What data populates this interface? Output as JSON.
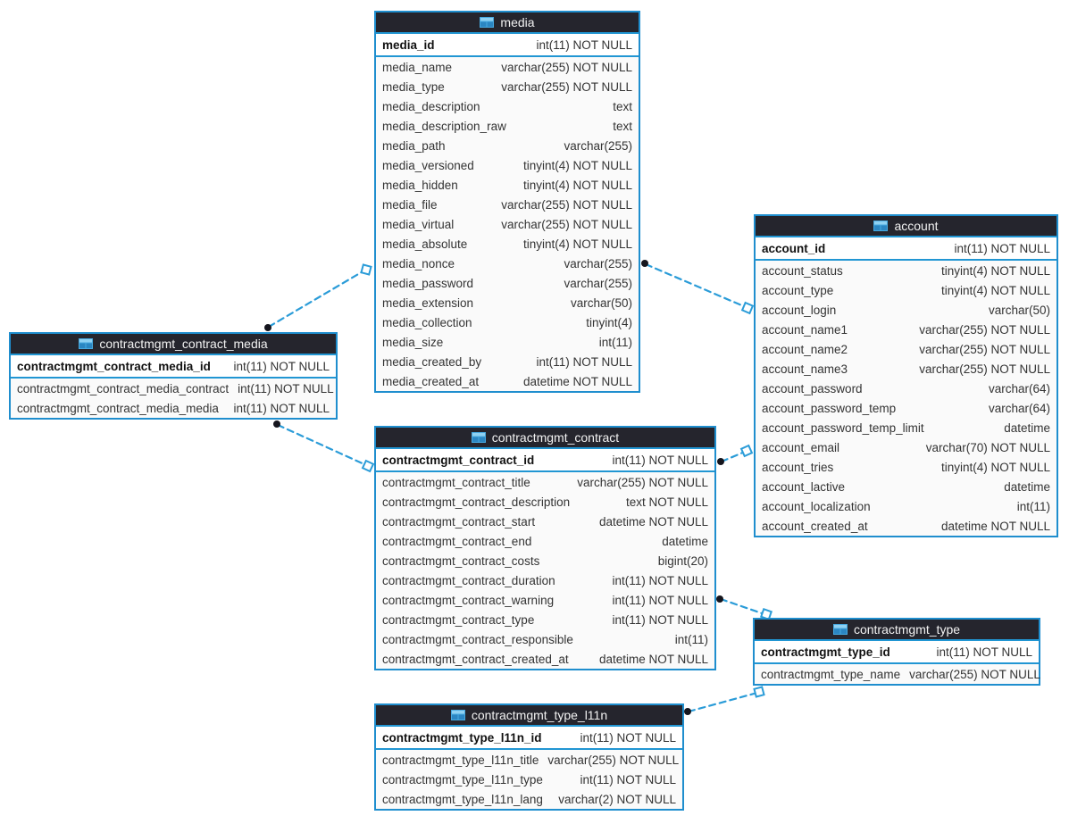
{
  "diagram": {
    "colors": {
      "table_border": "#1f8ece",
      "header_bg": "#25252d",
      "header_text": "#f2f2f2",
      "divider_blue": "#2196d3",
      "relation_line": "#2b9cd8",
      "row_bg": "#fafafa",
      "pk_row_bg": "#ffffff",
      "icon_blue_light": "#8fd1f2",
      "icon_blue": "#47a9e0"
    },
    "tables": [
      {
        "name": "media",
        "pk": {
          "name": "media_id",
          "type": "int(11) NOT NULL"
        },
        "columns": [
          {
            "name": "media_name",
            "type": "varchar(255) NOT NULL"
          },
          {
            "name": "media_type",
            "type": "varchar(255) NOT NULL"
          },
          {
            "name": "media_description",
            "type": "text"
          },
          {
            "name": "media_description_raw",
            "type": "text"
          },
          {
            "name": "media_path",
            "type": "varchar(255)"
          },
          {
            "name": "media_versioned",
            "type": "tinyint(4) NOT NULL"
          },
          {
            "name": "media_hidden",
            "type": "tinyint(4) NOT NULL"
          },
          {
            "name": "media_file",
            "type": "varchar(255) NOT NULL"
          },
          {
            "name": "media_virtual",
            "type": "varchar(255) NOT NULL"
          },
          {
            "name": "media_absolute",
            "type": "tinyint(4) NOT NULL"
          },
          {
            "name": "media_nonce",
            "type": "varchar(255)"
          },
          {
            "name": "media_password",
            "type": "varchar(255)"
          },
          {
            "name": "media_extension",
            "type": "varchar(50)"
          },
          {
            "name": "media_collection",
            "type": "tinyint(4)"
          },
          {
            "name": "media_size",
            "type": "int(11)"
          },
          {
            "name": "media_created_by",
            "type": "int(11) NOT NULL"
          },
          {
            "name": "media_created_at",
            "type": "datetime NOT NULL"
          }
        ]
      },
      {
        "name": "account",
        "pk": {
          "name": "account_id",
          "type": "int(11) NOT NULL"
        },
        "columns": [
          {
            "name": "account_status",
            "type": "tinyint(4) NOT NULL"
          },
          {
            "name": "account_type",
            "type": "tinyint(4) NOT NULL"
          },
          {
            "name": "account_login",
            "type": "varchar(50)"
          },
          {
            "name": "account_name1",
            "type": "varchar(255) NOT NULL"
          },
          {
            "name": "account_name2",
            "type": "varchar(255) NOT NULL"
          },
          {
            "name": "account_name3",
            "type": "varchar(255) NOT NULL"
          },
          {
            "name": "account_password",
            "type": "varchar(64)"
          },
          {
            "name": "account_password_temp",
            "type": "varchar(64)"
          },
          {
            "name": "account_password_temp_limit",
            "type": "datetime"
          },
          {
            "name": "account_email",
            "type": "varchar(70) NOT NULL"
          },
          {
            "name": "account_tries",
            "type": "tinyint(4) NOT NULL"
          },
          {
            "name": "account_lactive",
            "type": "datetime"
          },
          {
            "name": "account_localization",
            "type": "int(11)"
          },
          {
            "name": "account_created_at",
            "type": "datetime NOT NULL"
          }
        ]
      },
      {
        "name": "contractmgmt_contract_media",
        "pk": {
          "name": "contractmgmt_contract_media_id",
          "type": "int(11) NOT NULL"
        },
        "columns": [
          {
            "name": "contractmgmt_contract_media_contract",
            "type": "int(11) NOT NULL"
          },
          {
            "name": "contractmgmt_contract_media_media",
            "type": "int(11) NOT NULL"
          }
        ]
      },
      {
        "name": "contractmgmt_contract",
        "pk": {
          "name": "contractmgmt_contract_id",
          "type": "int(11) NOT NULL"
        },
        "columns": [
          {
            "name": "contractmgmt_contract_title",
            "type": "varchar(255) NOT NULL"
          },
          {
            "name": "contractmgmt_contract_description",
            "type": "text NOT NULL"
          },
          {
            "name": "contractmgmt_contract_start",
            "type": "datetime NOT NULL"
          },
          {
            "name": "contractmgmt_contract_end",
            "type": "datetime"
          },
          {
            "name": "contractmgmt_contract_costs",
            "type": "bigint(20)"
          },
          {
            "name": "contractmgmt_contract_duration",
            "type": "int(11) NOT NULL"
          },
          {
            "name": "contractmgmt_contract_warning",
            "type": "int(11) NOT NULL"
          },
          {
            "name": "contractmgmt_contract_type",
            "type": "int(11) NOT NULL"
          },
          {
            "name": "contractmgmt_contract_responsible",
            "type": "int(11)"
          },
          {
            "name": "contractmgmt_contract_created_at",
            "type": "datetime NOT NULL"
          }
        ]
      },
      {
        "name": "contractmgmt_type",
        "pk": {
          "name": "contractmgmt_type_id",
          "type": "int(11) NOT NULL"
        },
        "columns": [
          {
            "name": "contractmgmt_type_name",
            "type": "varchar(255) NOT NULL"
          }
        ]
      },
      {
        "name": "contractmgmt_type_l11n",
        "pk": {
          "name": "contractmgmt_type_l11n_id",
          "type": "int(11) NOT NULL"
        },
        "columns": [
          {
            "name": "contractmgmt_type_l11n_title",
            "type": "varchar(255) NOT NULL"
          },
          {
            "name": "contractmgmt_type_l11n_type",
            "type": "int(11) NOT NULL"
          },
          {
            "name": "contractmgmt_type_l11n_lang",
            "type": "varchar(2) NOT NULL"
          }
        ]
      }
    ],
    "relationships": [
      {
        "from": "contractmgmt_contract_media",
        "to": "media"
      },
      {
        "from": "media",
        "to": "account"
      },
      {
        "from": "contractmgmt_contract_media",
        "to": "contractmgmt_contract"
      },
      {
        "from": "contractmgmt_contract",
        "to": "account"
      },
      {
        "from": "contractmgmt_contract",
        "to": "contractmgmt_type"
      },
      {
        "from": "contractmgmt_type_l11n",
        "to": "contractmgmt_type"
      }
    ]
  }
}
